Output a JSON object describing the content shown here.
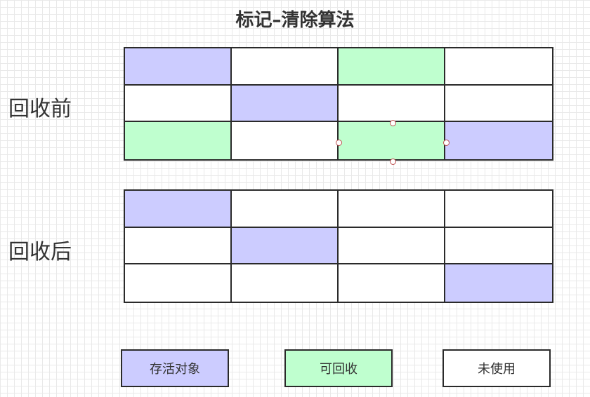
{
  "title": "标记–清除算法",
  "before": {
    "label": "回收前",
    "cells": [
      "live",
      "unused",
      "reclaim",
      "unused",
      "unused",
      "live",
      "unused",
      "unused",
      "reclaim",
      "unused",
      "reclaim",
      "live"
    ]
  },
  "after": {
    "label": "回收后",
    "cells": [
      "live",
      "unused",
      "unused",
      "unused",
      "unused",
      "live",
      "unused",
      "unused",
      "unused",
      "unused",
      "unused",
      "live"
    ]
  },
  "legend": [
    {
      "key": "live",
      "label": "存活对象",
      "color": "#ccccff"
    },
    {
      "key": "reclaim",
      "label": "可回收",
      "color": "#bfffcf"
    },
    {
      "key": "unused",
      "label": "未使用",
      "color": "#ffffff"
    }
  ]
}
